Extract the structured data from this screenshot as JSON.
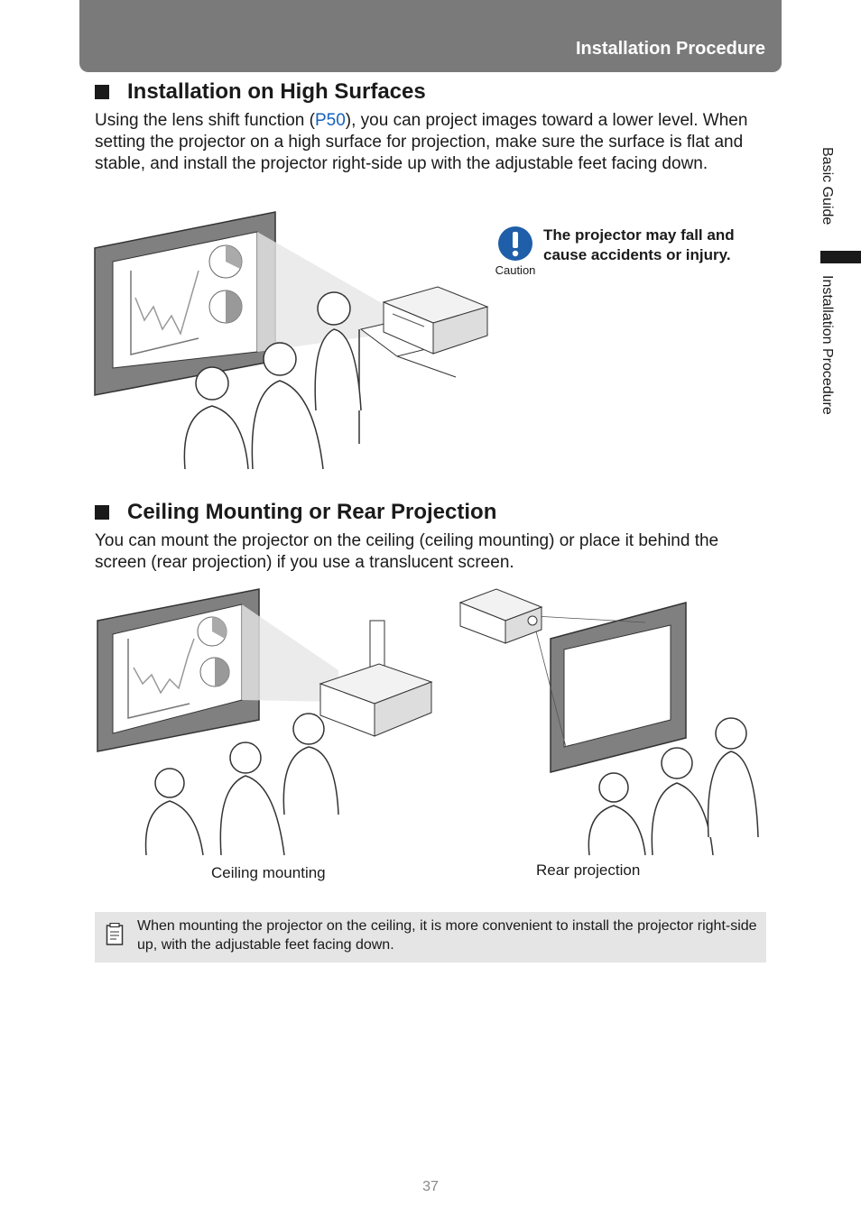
{
  "header": {
    "title": "Installation Procedure"
  },
  "section1": {
    "heading": "Installation on High Surfaces",
    "text_before_link": "Using the lens shift function (",
    "link": "P50",
    "text_after_link": "), you can project images toward a lower level. When setting the projector on a high surface for projection, make sure the surface is flat and stable, and install the projector right-side up with the adjustable feet facing down."
  },
  "caution": {
    "label": "Caution",
    "text": "The projector may fall and cause accidents or injury."
  },
  "section2": {
    "heading": "Ceiling Mounting or Rear Projection",
    "text": "You can mount the projector on the ceiling (ceiling mounting) or place it behind the screen (rear projection) if you use a translucent screen.",
    "caption_ceiling": "Ceiling mounting",
    "caption_rear": "Rear projection"
  },
  "note": {
    "text": "When mounting the projector on the ceiling, it is more convenient to install the projector right-side up, with the adjustable feet facing down."
  },
  "side_tabs": {
    "basic_guide": "Basic Guide",
    "installation_procedure": "Installation Procedure"
  },
  "page_number": "37",
  "colors": {
    "header_bg": "#7a7a7a",
    "link": "#1560bd",
    "caution_icon": "#1f5ea8",
    "note_bg": "#e5e5e5"
  }
}
